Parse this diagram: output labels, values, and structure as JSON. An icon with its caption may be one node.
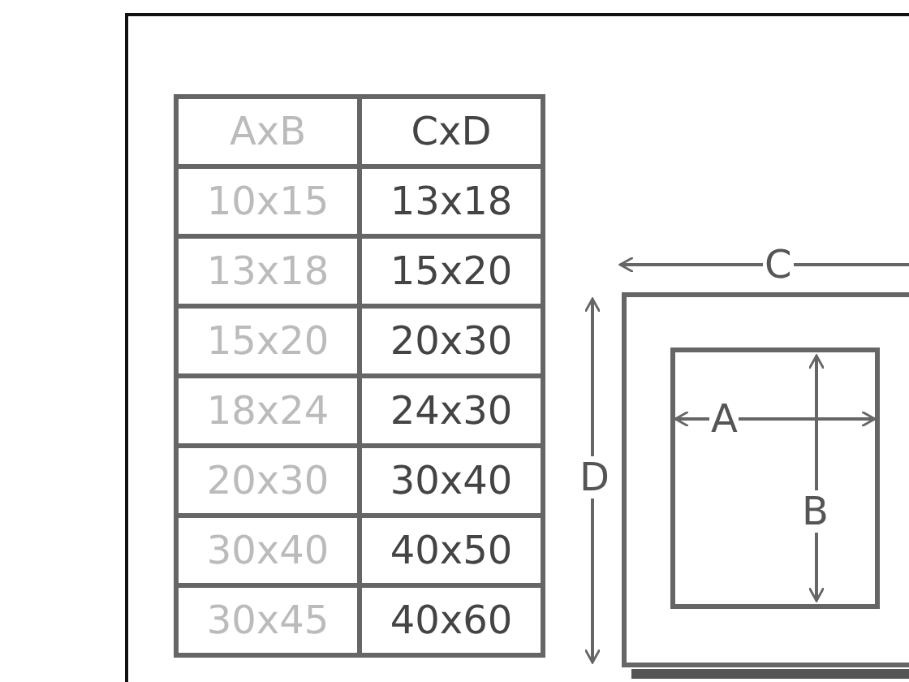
{
  "diagram": {
    "labels": [
      "AxB",
      "CxD",
      "10x15",
      "13x18",
      "13x18",
      "15x20",
      "15x20",
      "20x30",
      "18x24",
      "24x30",
      "20x30",
      "30x40",
      "30x40",
      "40x50",
      "30x45",
      "40x60",
      "C",
      "D",
      "A",
      "B"
    ]
  }
}
